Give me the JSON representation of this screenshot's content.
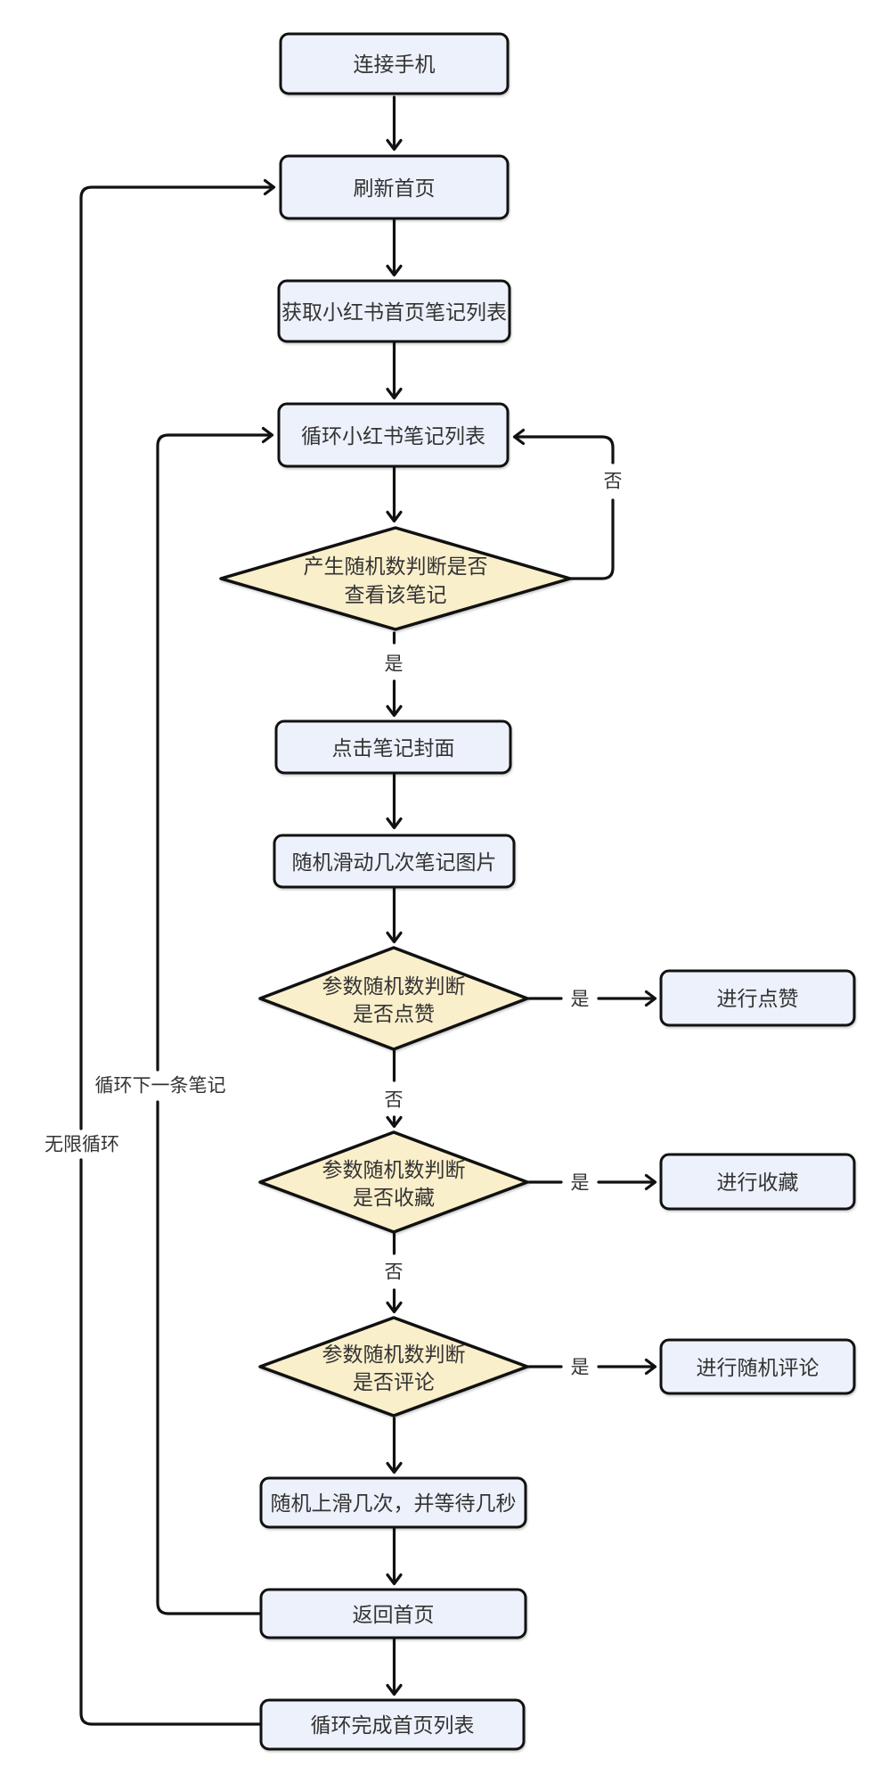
{
  "diagram": {
    "colors": {
      "background": "#ffffff",
      "process_fill": "#edf1fb",
      "decision_fill": "#faefcb",
      "border": "#111111",
      "text": "#333333"
    },
    "nodes": {
      "connect_phone": {
        "label": "连接手机"
      },
      "refresh_home": {
        "label": "刷新首页"
      },
      "get_home_note_list": {
        "label": "获取小红书首页笔记列表"
      },
      "loop_note_list": {
        "label": "循环小红书笔记列表"
      },
      "decision_view": {
        "line1": "产生随机数判断是否",
        "line2": "查看该笔记"
      },
      "click_cover": {
        "label": "点击笔记封面"
      },
      "swipe_images": {
        "label": "随机滑动几次笔记图片"
      },
      "decision_like": {
        "line1": "参数随机数判断",
        "line2": "是否点赞"
      },
      "do_like": {
        "label": "进行点赞"
      },
      "decision_collect": {
        "line1": "参数随机数判断",
        "line2": "是否收藏"
      },
      "do_collect": {
        "label": "进行收藏"
      },
      "decision_comment": {
        "line1": "参数随机数判断",
        "line2": "是否评论"
      },
      "do_comment": {
        "label": "进行随机评论"
      },
      "swipe_up_wait": {
        "label": "随机上滑几次，并等待几秒"
      },
      "return_home": {
        "label": "返回首页"
      },
      "loop_complete": {
        "label": "循环完成首页列表"
      }
    },
    "edge_labels": {
      "view_yes": "是",
      "view_no": "否",
      "like_yes": "是",
      "like_no": "否",
      "collect_yes": "是",
      "collect_no": "否",
      "comment_yes": "是",
      "loop_next_note": "循环下一条笔记",
      "infinite_loop": "无限循环"
    }
  }
}
